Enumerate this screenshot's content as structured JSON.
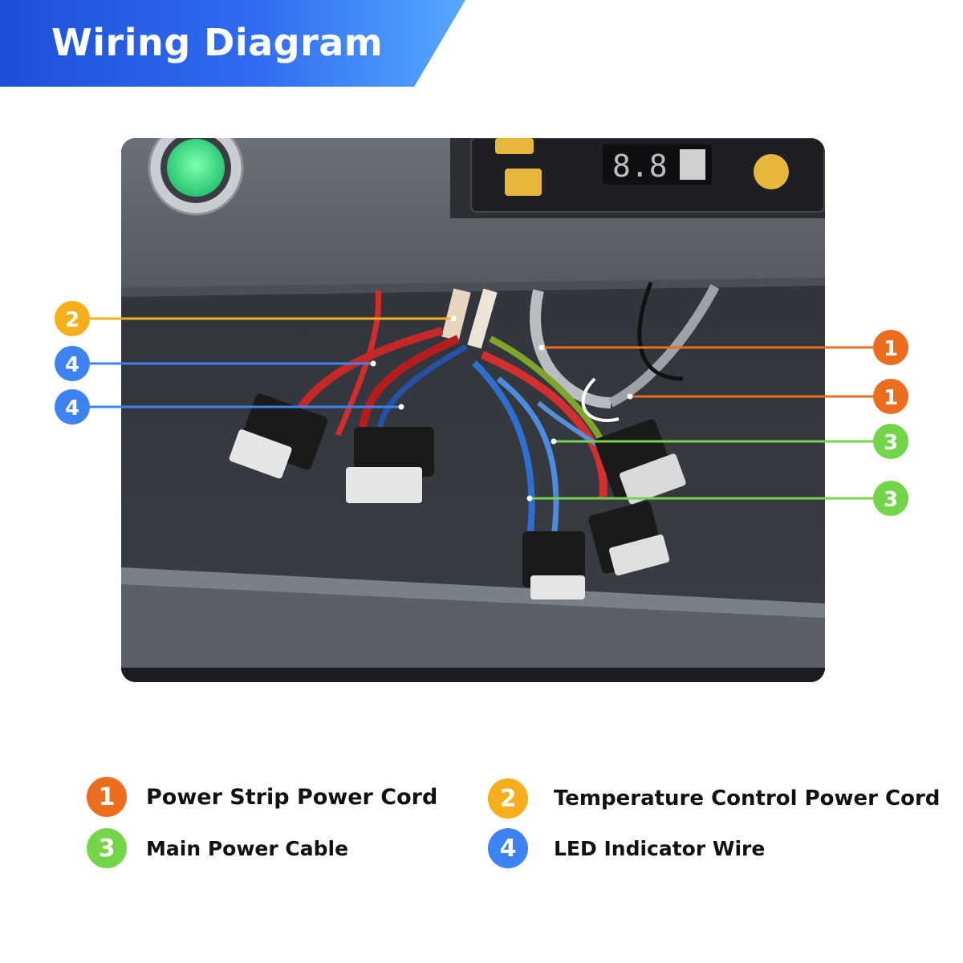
{
  "header": {
    "title": "Wiring Diagram"
  },
  "colors": {
    "banner_start": "#1d4fd8",
    "banner_end": "#56a8ff",
    "callout_1": "#ed6d1f",
    "callout_2": "#f6ae1b",
    "callout_3": "#73d648",
    "callout_4": "#3d84f2"
  },
  "callouts": [
    {
      "number": "2",
      "color": "#f6ae1b"
    },
    {
      "number": "4",
      "color": "#3d84f2"
    },
    {
      "number": "4",
      "color": "#3d84f2"
    },
    {
      "number": "1",
      "color": "#ed6d1f"
    },
    {
      "number": "1",
      "color": "#ed6d1f"
    },
    {
      "number": "3",
      "color": "#73d648"
    },
    {
      "number": "3",
      "color": "#73d648"
    }
  ],
  "legend": [
    {
      "number": "1",
      "label": "Power Strip Power Cord",
      "color": "#ed6d1f"
    },
    {
      "number": "2",
      "label": "Temperature Control Power Cord",
      "color": "#f6ae1b"
    },
    {
      "number": "3",
      "label": "Main Power Cable",
      "color": "#73d648"
    },
    {
      "number": "4",
      "label": "LED Indicator Wire",
      "color": "#3d84f2"
    }
  ]
}
